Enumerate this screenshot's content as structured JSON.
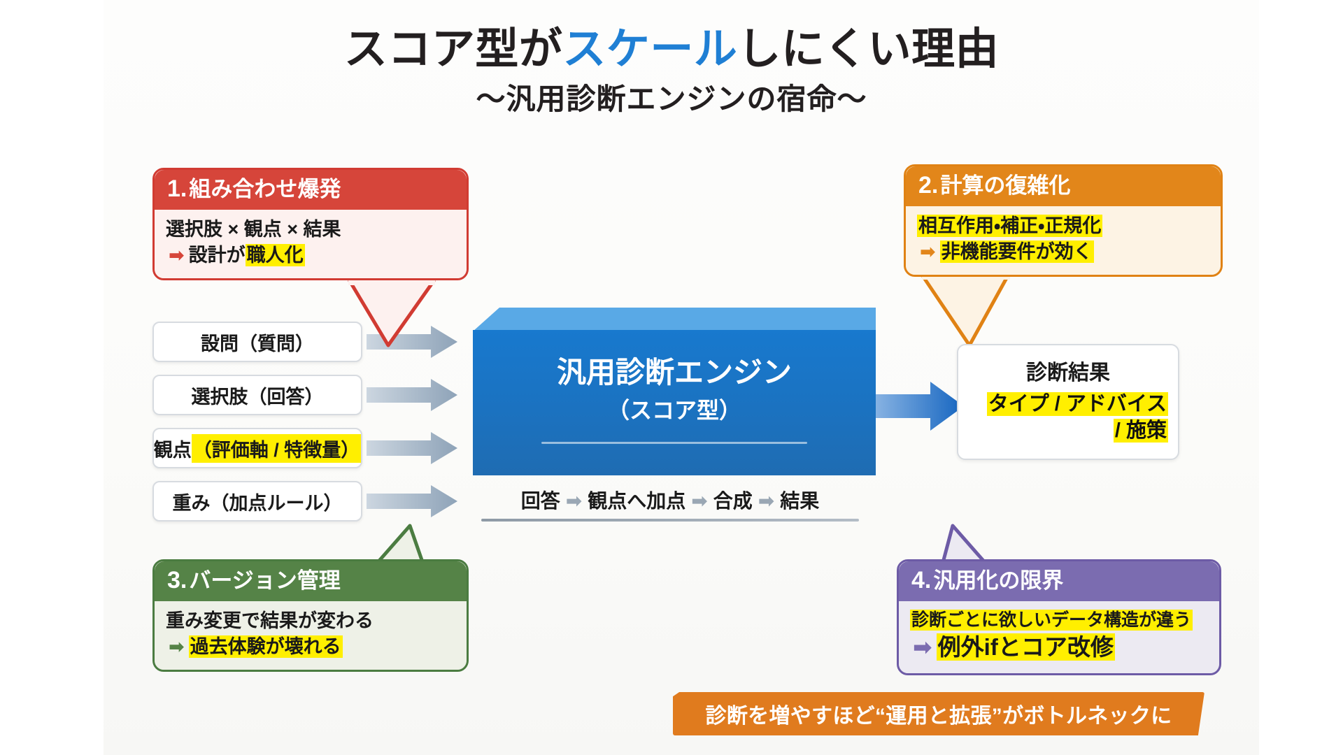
{
  "title": {
    "line1_pre": "スコア型が",
    "line1_accent": "スケール",
    "line1_post": "しにくい理由",
    "line2": "〜汎用診断エンジンの宿命〜",
    "accent_color": "#1f7fd4"
  },
  "cards": [
    {
      "number": "1.",
      "heading": "組み合わせ爆発",
      "line1": "選択肢 × 観点 × 結果",
      "line2_arrow": "➡",
      "line2_plain": "設計が",
      "line2_hl": "職人化",
      "color": "#d6453a",
      "border": "#d13b32",
      "bg": "#fdf1ef"
    },
    {
      "number": "2.",
      "heading": "計算の復雑化",
      "line1": "相互作用・補正・正規化",
      "line2_arrow": "➡",
      "line2_plain": "",
      "line2_hl": "非機能要件が効く",
      "color": "#e2861a",
      "border": "#e08214",
      "bg": "#fdf3e4"
    },
    {
      "number": "3.",
      "heading": "バージョン管理",
      "line1": "重み変更で結果が変わる",
      "line2_arrow": "➡",
      "line2_plain": "",
      "line2_hl": "過去体験が壊れる",
      "color": "#558347",
      "border": "#4b7c41",
      "bg": "#eef1e7"
    },
    {
      "number": "4.",
      "heading": "汎用化の限界",
      "line1": "診断ごとに欲しいデータ構造が違う",
      "line2_arrow": "➡",
      "line2_plain": "",
      "line2_hl": "例外ifとコア改修",
      "color": "#7b6cb0",
      "border": "#6d5ba6",
      "bg": "#eceaf2"
    }
  ],
  "inputs": [
    {
      "label": "設問（質問）",
      "highlight": ""
    },
    {
      "label": "選択肢（回答）",
      "highlight": ""
    },
    {
      "label": "観点",
      "highlight": "（評価軸 / 特徴量）"
    },
    {
      "label": "重み（加点ルール）",
      "highlight": ""
    }
  ],
  "engine": {
    "title": "汎用診断エンジン",
    "subtitle": "（スコア型）",
    "fill_color": "#1b72c0",
    "top_color": "#59a9e6"
  },
  "flow": {
    "step1": "回答",
    "arrow": "➡",
    "step2": "観点へ加点",
    "step3": "合成",
    "step4": "結果"
  },
  "result": {
    "title": "診断結果",
    "hl_line1": "タイプ / アドバイス",
    "hl_line2": "/ 施策",
    "highlight_color": "#ffef00"
  },
  "banner": {
    "text": "診断を増やすほど“運用と拡張”がボトルネックに",
    "bg_color": "#e07b1e"
  }
}
